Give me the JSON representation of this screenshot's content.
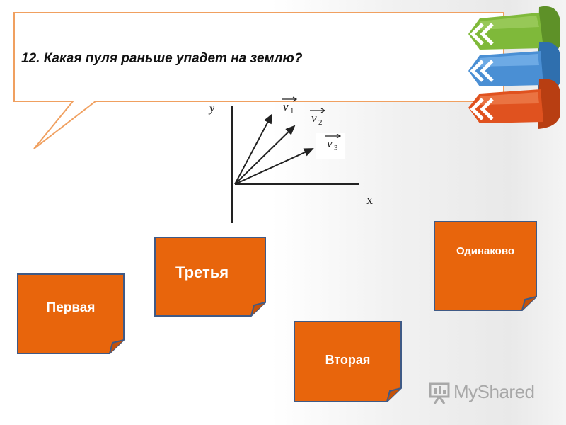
{
  "question": {
    "text": "12. Какая пуля раньше упадет на землю?"
  },
  "graph": {
    "y_label": "y",
    "x_label": "x",
    "vectors": [
      {
        "main": "v",
        "sub": "1"
      },
      {
        "main": "v",
        "sub": "2"
      },
      {
        "main": "v",
        "sub": "3"
      }
    ]
  },
  "answers": {
    "first": "Первая",
    "third": "Третья",
    "second": "Вторая",
    "same": "Одинаково"
  },
  "logo": {
    "text": "MyShared"
  },
  "colors": {
    "card_orange": "#e8650c",
    "card_border": "#3f5a86",
    "bubble_border": "#f0a060",
    "ribbon_green": "#7fb93a",
    "ribbon_blue": "#4a8fd4",
    "ribbon_red": "#e0521f"
  }
}
